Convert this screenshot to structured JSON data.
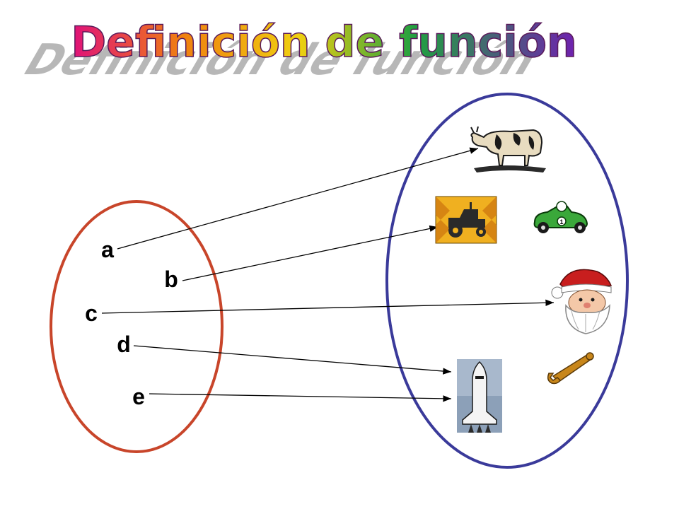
{
  "title": "Definición de función",
  "domain_set": {
    "elements": [
      "a",
      "b",
      "c",
      "d",
      "e"
    ],
    "color": "#c8452a"
  },
  "codomain_set": {
    "items": [
      "cow-icon",
      "tractor-icon",
      "race-car-icon",
      "santa-claus-icon",
      "wrench-icon",
      "space-shuttle-icon"
    ],
    "color": "#3a3a9a"
  },
  "mapping": [
    {
      "from": "a",
      "to": "cow-icon"
    },
    {
      "from": "b",
      "to": "tractor-icon"
    },
    {
      "from": "c",
      "to": "santa-claus-icon"
    },
    {
      "from": "d",
      "to": "space-shuttle-icon"
    },
    {
      "from": "e",
      "to": "space-shuttle-icon"
    }
  ],
  "colors": {
    "arrow": "#000000",
    "title_gradient": [
      "#e0107a",
      "#f08010",
      "#f0d010",
      "#20a040",
      "#7020b0"
    ],
    "title_shadow": "#9a9a9a"
  }
}
